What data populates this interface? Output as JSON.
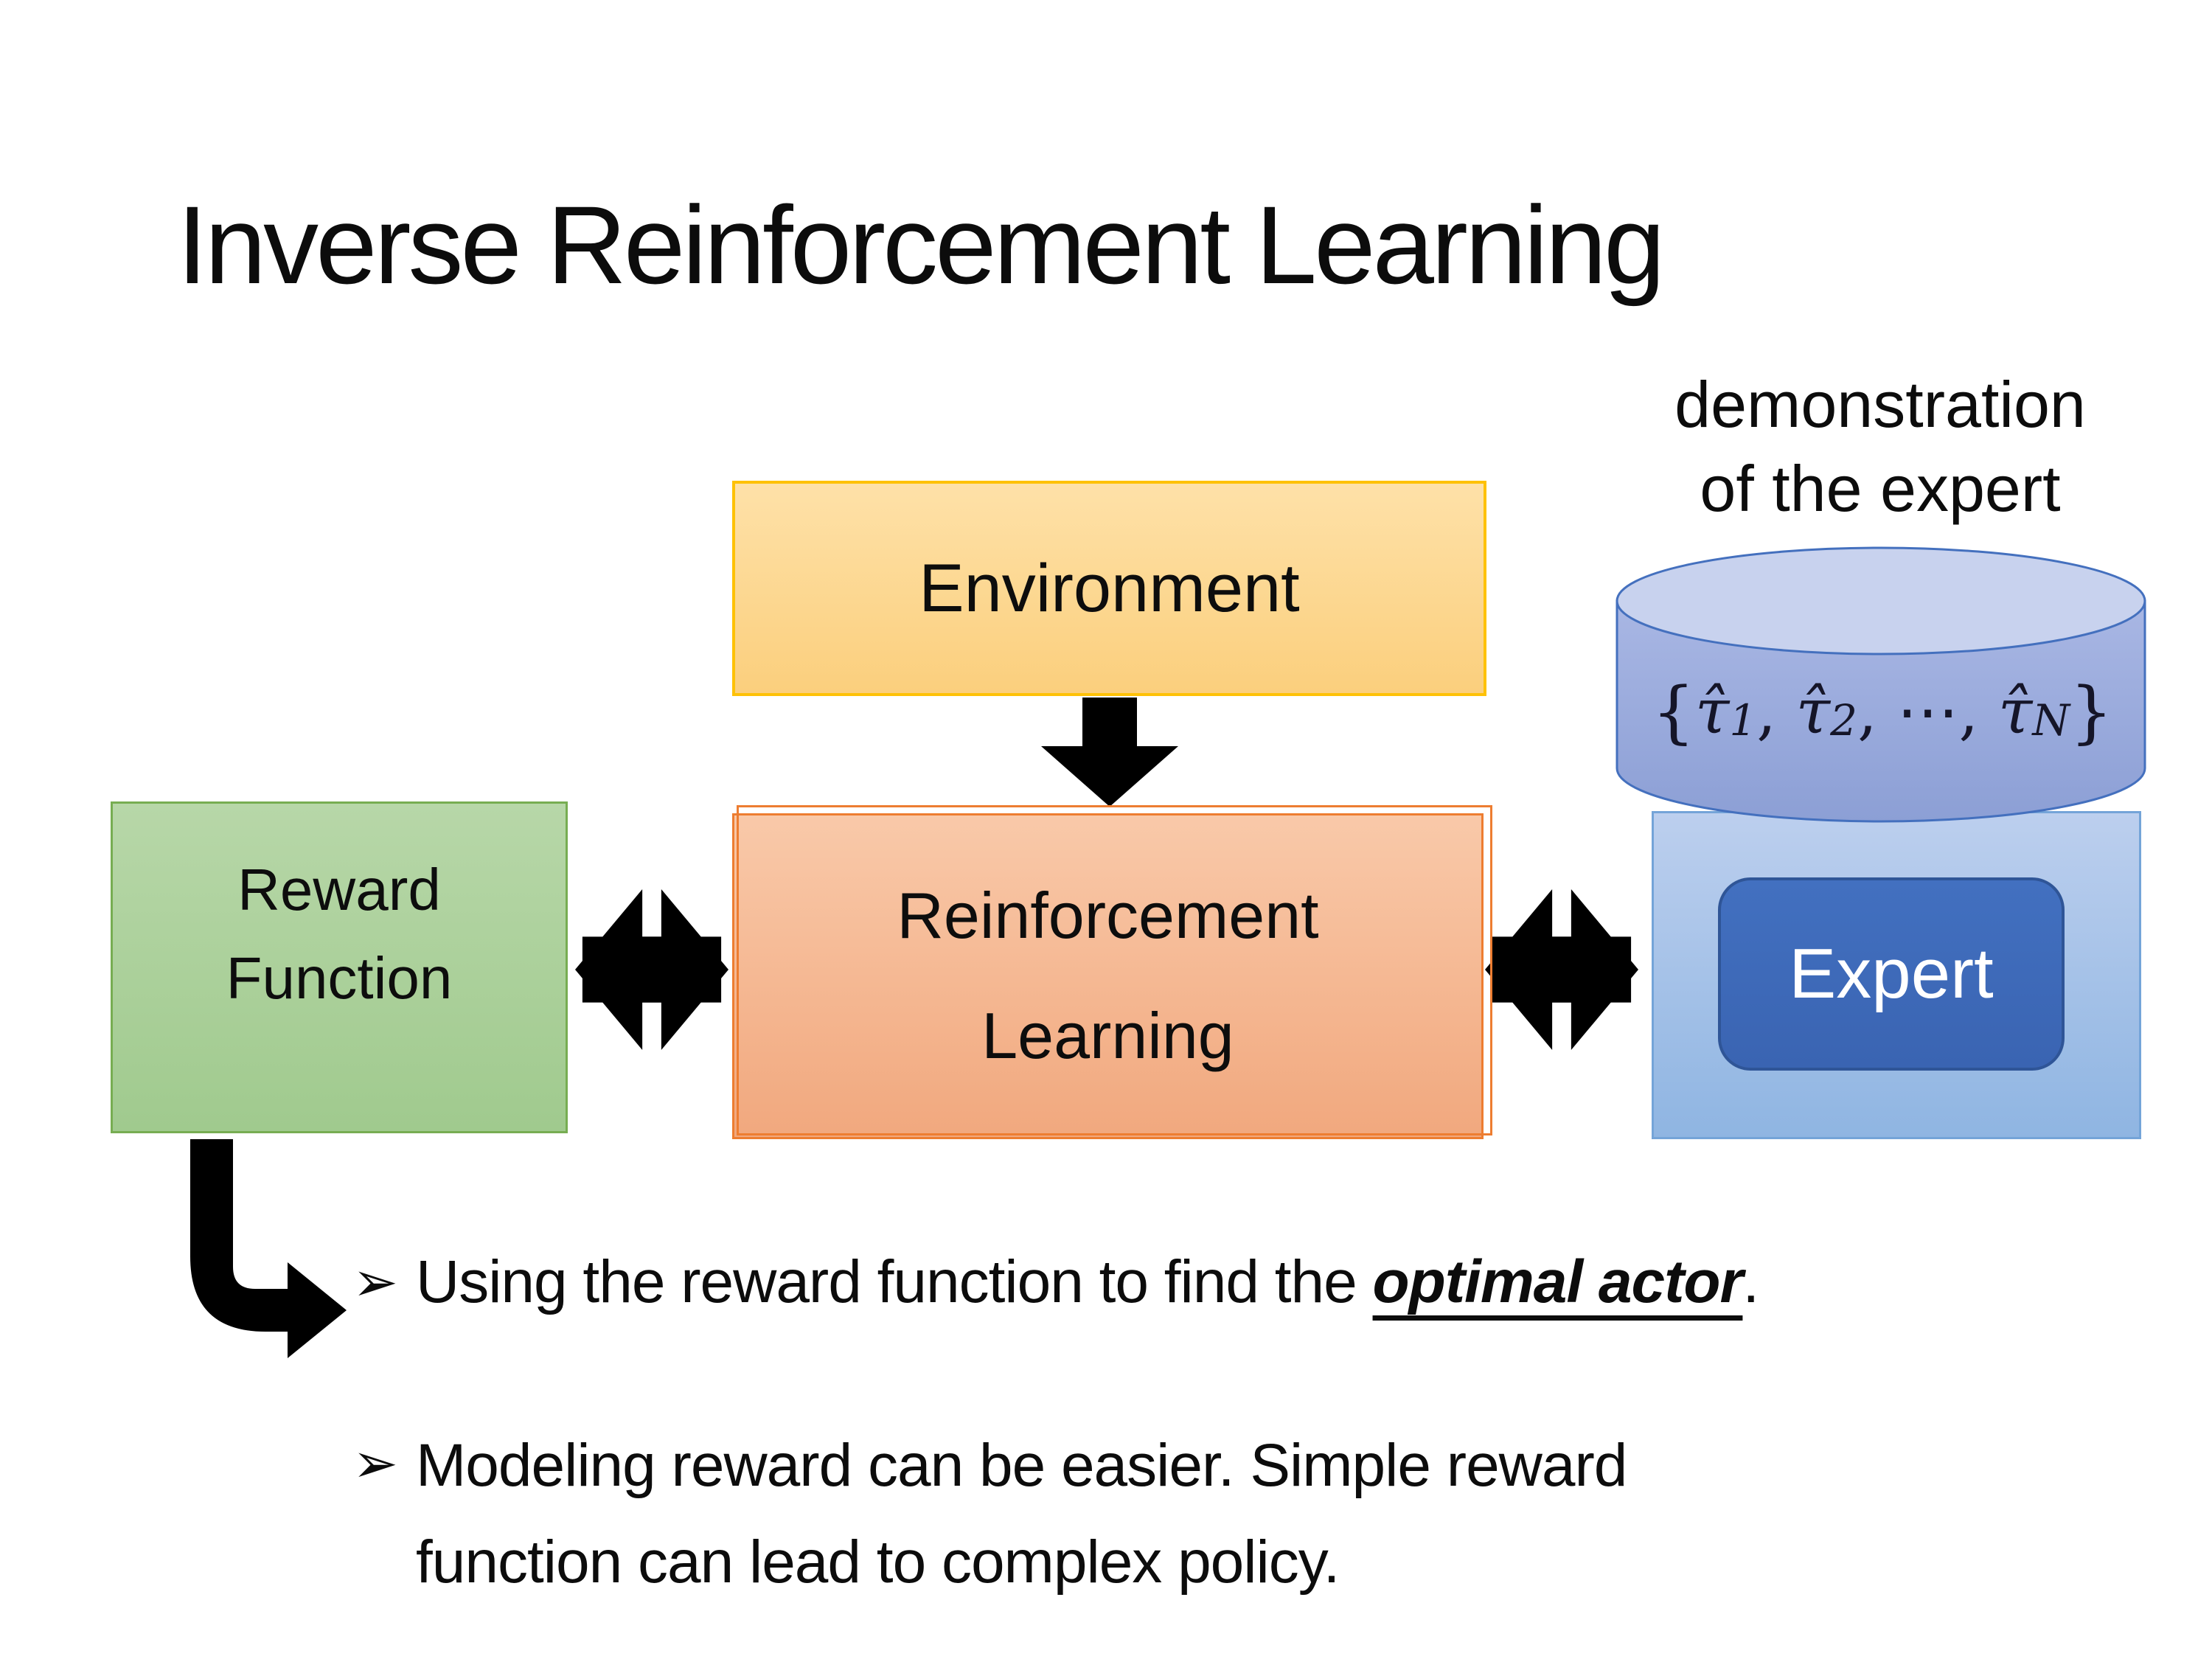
{
  "slide": {
    "title": "Inverse Reinforcement Learning",
    "background": "#FFFFFF"
  },
  "diagram": {
    "environment": {
      "label": "Environment",
      "fill_top": "#FEE1A8",
      "fill_bottom": "#FBCF7D",
      "border": "#FEC106"
    },
    "reward_function": {
      "line1": "Reward",
      "line2": "Function",
      "fill_top": "#B7D7A8",
      "fill_bottom": "#A0CA8E",
      "border": "#77AD52"
    },
    "reinforcement_learning": {
      "line1": "Reinforcement",
      "line2": "Learning",
      "fill_top": "#F9C9A9",
      "fill_bottom": "#F1A87E",
      "border": "#ED7D31"
    },
    "expert": {
      "label": "Expert",
      "button_fill": "#3B68B7",
      "button_border": "#2F5597",
      "panel_fill_top": "#BCCFEE",
      "panel_fill_bottom": "#8FB5E2",
      "panel_border": "#74A4D8"
    },
    "demonstration": {
      "line1": "demonstration",
      "line2": "of the expert"
    },
    "dataset": {
      "open": "{",
      "close": "}",
      "comma": ",",
      "tau": "τ̂",
      "sub1": "1",
      "sub2": "2",
      "dots": "⋯",
      "subN": "N",
      "body_fill": "#97A9DB",
      "top_fill": "#C8D2EE",
      "border": "#4470BE"
    },
    "arrows": {
      "color": "#000000"
    }
  },
  "bullets": {
    "marker": "➢",
    "item1": {
      "prefix": "Using the reward function to find the ",
      "emphasis": "optimal actor",
      "suffix": "."
    },
    "item2": {
      "line1": "Modeling reward can be easier. Simple reward",
      "line2": "function can lead to complex policy."
    }
  }
}
